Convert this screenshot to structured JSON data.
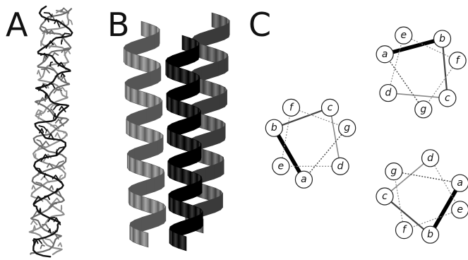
{
  "panels": {
    "a": {
      "label": "A"
    },
    "b": {
      "label": "B"
    },
    "c": {
      "label": "C"
    }
  },
  "helical_wheels": [
    {
      "id": "wheel-1",
      "nodes": [
        "a",
        "b",
        "c",
        "d",
        "e",
        "f",
        "g"
      ]
    },
    {
      "id": "wheel-2",
      "nodes": [
        "a",
        "b",
        "c",
        "d",
        "e",
        "f",
        "g"
      ]
    },
    {
      "id": "wheel-3",
      "nodes": [
        "a",
        "b",
        "c",
        "d",
        "e",
        "f",
        "g"
      ]
    }
  ],
  "colors": {
    "chain_dark": "#111111",
    "chain_mid": "#6a6a6a",
    "chain_light": "#8c8c8c",
    "edge_strong": "#000000",
    "edge_medium": "#444444",
    "edge_light": "#888888"
  }
}
